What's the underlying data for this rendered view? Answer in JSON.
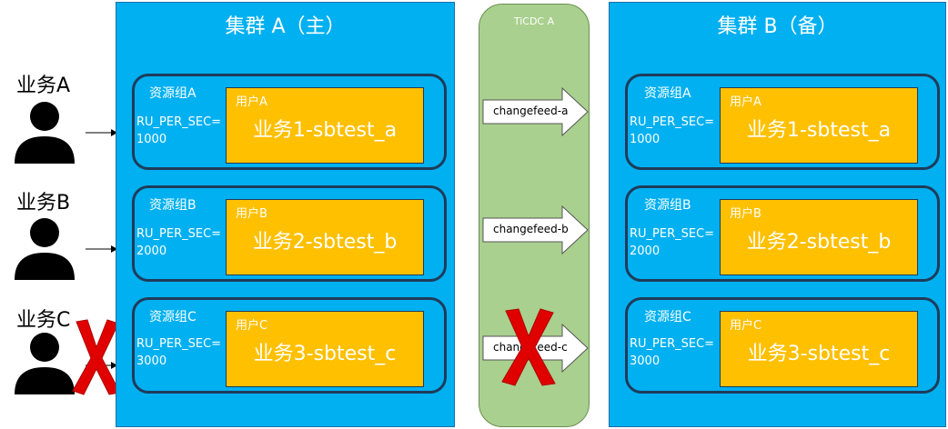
{
  "clusters": {
    "a": {
      "title": "集群 A（主）"
    },
    "b": {
      "title": "集群 B（备）"
    }
  },
  "ticdc": {
    "title": "TiCDC A"
  },
  "groups": [
    {
      "name": "资源组A",
      "ru_label": "RU_PER_SEC=",
      "ru_value": "1000",
      "user": "用户A",
      "business": "业务1-sbtest_a"
    },
    {
      "name": "资源组B",
      "ru_label": "RU_PER_SEC=",
      "ru_value": "2000",
      "user": "用户B",
      "business": "业务2-sbtest_b"
    },
    {
      "name": "资源组C",
      "ru_label": "RU_PER_SEC=",
      "ru_value": "3000",
      "user": "用户C",
      "business": "业务3-sbtest_c"
    }
  ],
  "businesses": [
    {
      "label": "业务A",
      "blocked": false
    },
    {
      "label": "业务B",
      "blocked": false
    },
    {
      "label": "业务C",
      "blocked": true
    }
  ],
  "changefeeds": [
    {
      "label": "changefeed-a",
      "blocked": false
    },
    {
      "label": "changefeed-b",
      "blocked": false
    },
    {
      "label": "changefeed-c",
      "blocked": true
    }
  ],
  "colors": {
    "cluster": "#00b0f0",
    "ticdc": "#a9d08e",
    "user_box": "#ffc000",
    "group_border": "#1f3b5a",
    "blocked_mark": "#e00000"
  },
  "icons": {
    "person": "person-icon",
    "arrow": "block-arrow-right-icon",
    "blocked": "red-x-icon"
  }
}
